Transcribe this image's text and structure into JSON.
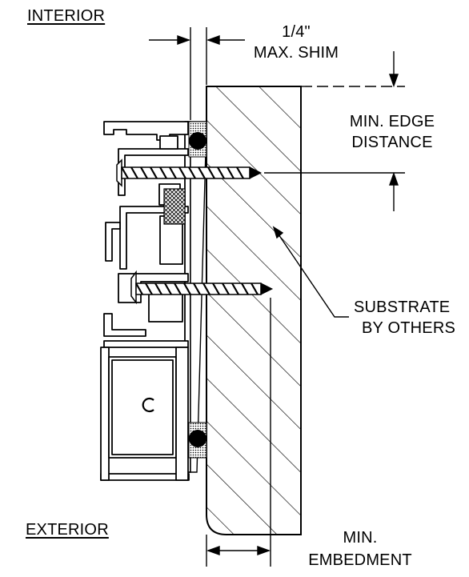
{
  "labels": {
    "interior": "INTERIOR",
    "exterior": "EXTERIOR",
    "shim_line1": "1/4\"",
    "shim_line2": "MAX. SHIM",
    "edge_line1": "MIN. EDGE",
    "edge_line2": "DISTANCE",
    "substrate_line1": "SUBSTRATE",
    "substrate_line2": "BY OTHERS",
    "embed_line1": "MIN.",
    "embed_line2": "EMBEDMENT"
  },
  "colors": {
    "ink": "#000000",
    "paper": "#ffffff"
  }
}
